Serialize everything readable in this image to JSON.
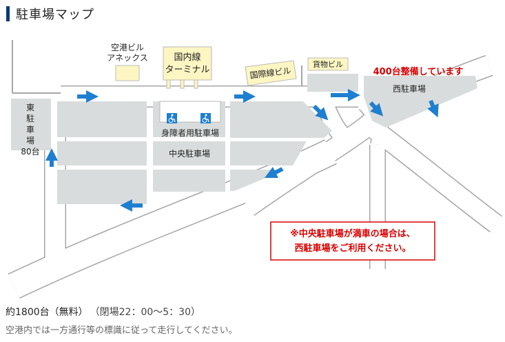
{
  "page": {
    "title": "駐車場マップ"
  },
  "map": {
    "annex": {
      "line1": "空港ビル",
      "line2": "アネックス"
    },
    "domestic": {
      "line1": "国内線",
      "line2": "ターミナル"
    },
    "international": "国際線ビル",
    "cargo": "貨物ビル",
    "west": {
      "label": "西駐車場",
      "notice": "400台整備しています"
    },
    "east": {
      "chars": [
        "東",
        "駐",
        "車",
        "場"
      ],
      "capacity": "80台"
    },
    "disabled": "身障者用駐車場",
    "central": "中央駐車場",
    "alert": {
      "line1": "※中央駐車場が満車の場合は、",
      "line2": "西駐車場をご利用ください。"
    },
    "colors": {
      "lot": "#d9dcdc",
      "building": "#fdf5c2",
      "arrow": "#1e7fd0",
      "alert": "#d90000"
    }
  },
  "info": {
    "capacity": "約1800台（無料）",
    "hours": "（閉場22：00～5：30）",
    "note": "空港内では一方通行等の標識に従って走行してください。"
  }
}
